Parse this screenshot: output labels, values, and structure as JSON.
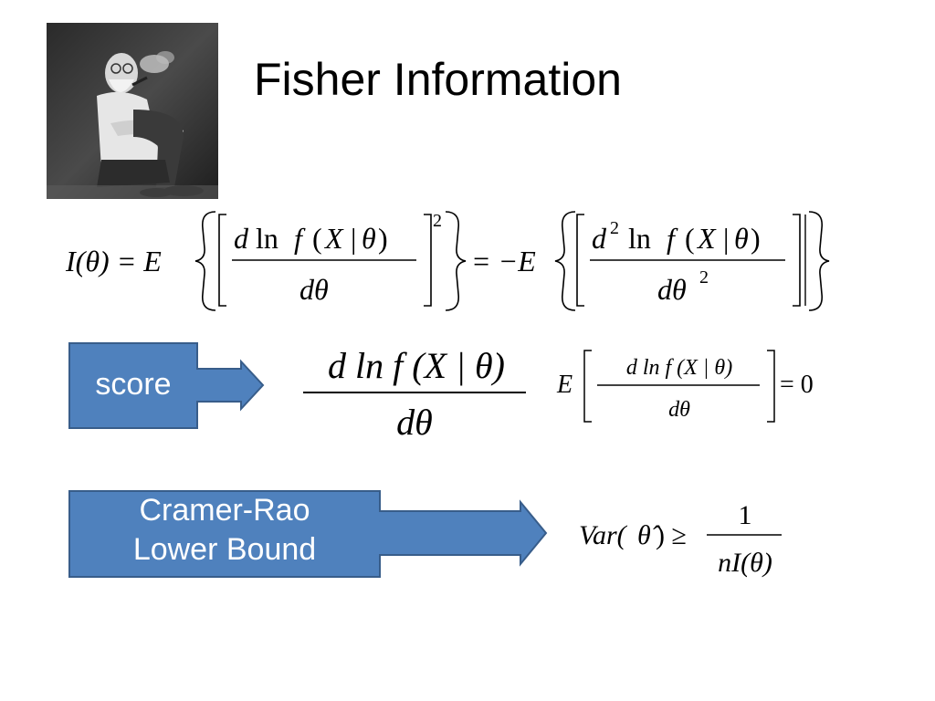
{
  "slide": {
    "title": "Fisher Information",
    "photo_icon": "portrait-photo-icon"
  },
  "fisher_equation": {
    "lhs": "I(θ) = E",
    "d1": "d",
    "ln1": "ln",
    "f1": "f",
    "paren_open1": "(",
    "X1": "X",
    "bar1": "|",
    "theta1": "θ",
    "paren_close1": ")",
    "denom1": "dθ",
    "exponent": "2",
    "middle": "= −E",
    "d2": "d",
    "d2_exp": "2",
    "ln2": "ln",
    "f2": "f",
    "paren_open2": "(",
    "X2": "X",
    "bar2": "|",
    "theta2": "θ",
    "paren_close2": ")",
    "denom2": "dθ",
    "denom2_exp": "2"
  },
  "score": {
    "label": "score",
    "numerator": "d ln f (X | θ)",
    "denominator": "dθ",
    "expectation_E": "E",
    "exp_numerator": "d ln f (X | θ)",
    "exp_denominator": "dθ",
    "equals_zero": "= 0"
  },
  "cramer_rao": {
    "label_line1": "Cramer-Rao",
    "label_line2": "Lower Bound",
    "lhs": "Var(",
    "theta_hat": "θ̂",
    "lhs_close": ") ≥",
    "numerator": "1",
    "denominator": "nI(θ)"
  },
  "colors": {
    "callout_fill": "#4F81BD",
    "callout_stroke": "#385D8A"
  }
}
